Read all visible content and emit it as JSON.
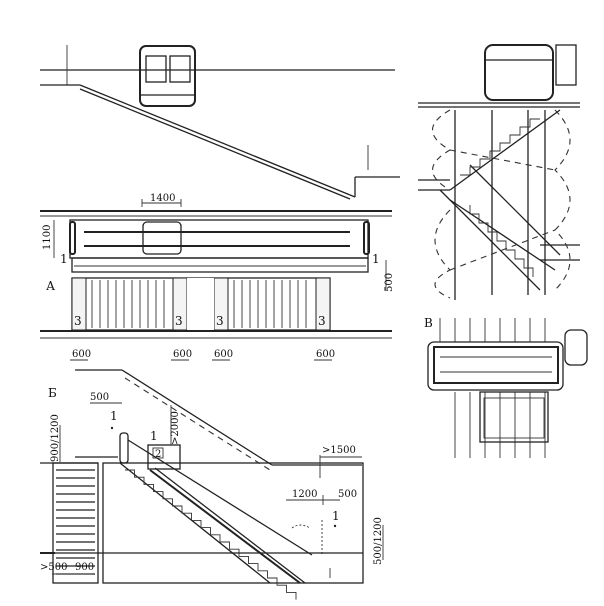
{
  "drawing": {
    "section_a": {
      "letter": "А",
      "dim_width": "1400",
      "dim_height": "1100",
      "dim_side": "500",
      "marker_left": "1",
      "marker_right": "1",
      "zone_labels": [
        "3",
        "3",
        "3",
        "3"
      ],
      "bottom_dims": [
        "600",
        "600",
        "600",
        "600"
      ]
    },
    "section_b": {
      "letter": "Б",
      "dim_top_left": "500",
      "marker_top": "1",
      "dim_left_height": "900/1200",
      "marker_platform": "1",
      "platform_number": "2",
      "dim_clearance": ">2000",
      "dim_landing": ">1500",
      "dim_bottom_a": "1200",
      "dim_bottom_b": "500",
      "marker_bottom": "1",
      "dim_right_height": "500/1200",
      "dim_floor_a": ">500",
      "dim_floor_b": "900"
    },
    "section_v": {
      "letter": "В"
    }
  }
}
